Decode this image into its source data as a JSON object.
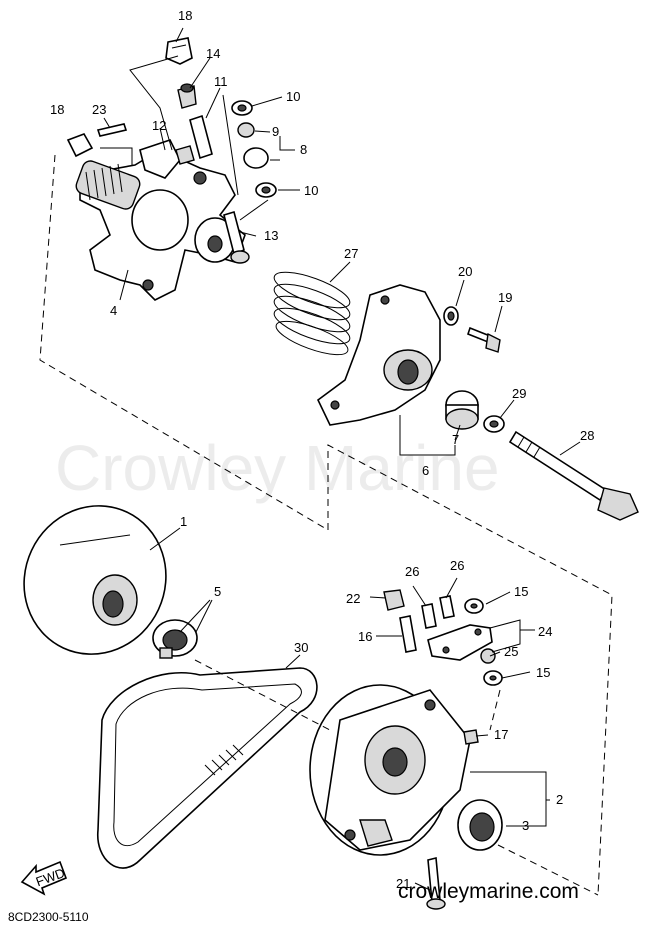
{
  "watermark": "Crowley Marine",
  "footer": {
    "part_number": "8CD2300-5110",
    "website": "crowleymarine.com"
  },
  "fwd_label": "FWD",
  "callouts": {
    "c1": "1",
    "c2": "2",
    "c3": "3",
    "c4": "4",
    "c5": "5",
    "c6": "6",
    "c7": "7",
    "c8": "8",
    "c9": "9",
    "c10a": "10",
    "c10b": "10",
    "c11": "11",
    "c12": "12",
    "c13": "13",
    "c14": "14",
    "c15a": "15",
    "c15b": "15",
    "c16": "16",
    "c17": "17",
    "c18a": "18",
    "c18b": "18",
    "c19": "19",
    "c20": "20",
    "c21": "21",
    "c22": "22",
    "c23": "23",
    "c24": "24",
    "c25": "25",
    "c26a": "26",
    "c26b": "26",
    "c27": "27",
    "c28": "28",
    "c29": "29",
    "c30": "30"
  }
}
